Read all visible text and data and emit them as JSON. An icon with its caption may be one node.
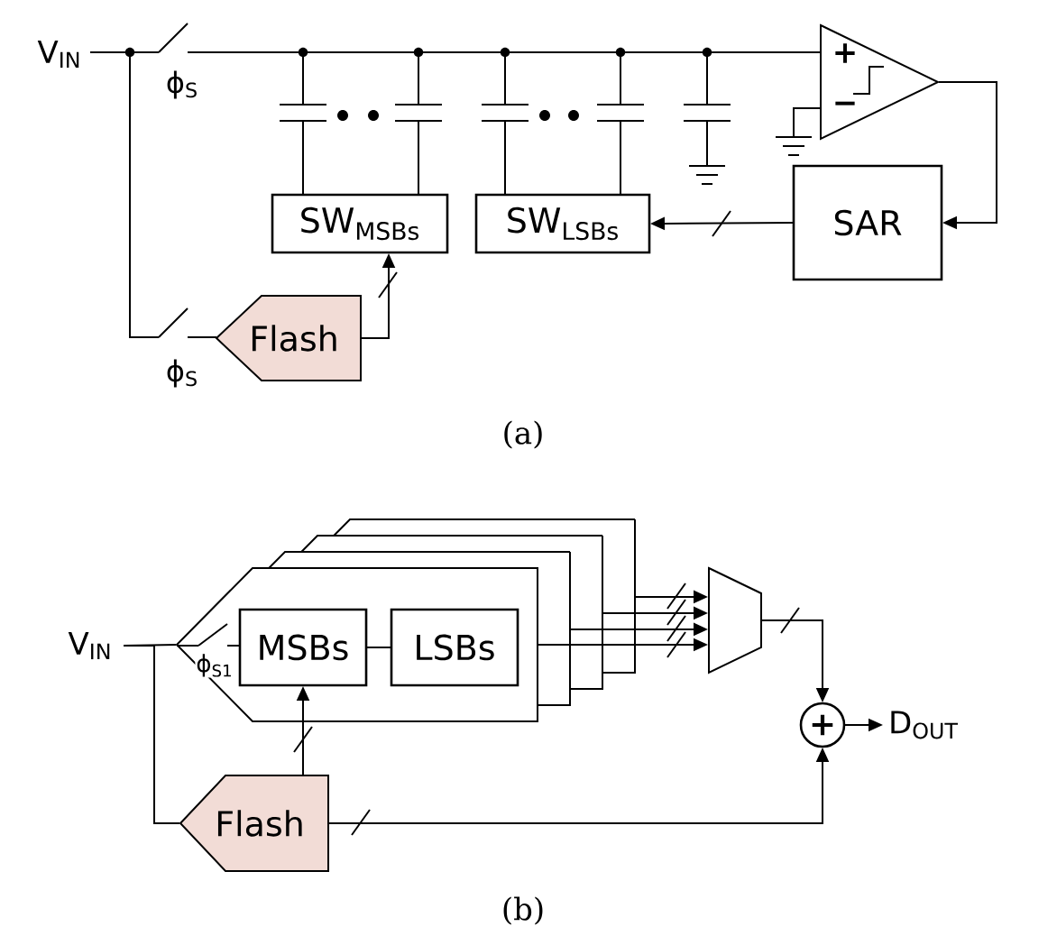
{
  "diagram": {
    "nodes": [
      {
        "text": [
          "V$_{IN}$"
        ]
      },
      {
        "text": [
          "+",
          "−"
        ]
      },
      {
        "text": [
          "SW$_{MSBs}$"
        ]
      },
      {
        "text": [
          "SW$_{LSBs}$"
        ]
      },
      {
        "text": [
          "SAR"
        ]
      },
      {
        "text": [
          "Flash"
        ]
      },
      {
        "text": [
          "V$_{IN}$"
        ]
      },
      {
        "text": [],
        "shape": "box"
      },
      {
        "text": [],
        "shape": "box"
      },
      {
        "text": [],
        "shape": "box"
      },
      {
        "text": [],
        "shape": "box"
      },
      {
        "text": [
          "MSBs"
        ],
        "in": 10
      },
      {
        "text": [
          "LSBs"
        ],
        "in": 10
      },
      {
        "text": [
          "Flash"
        ]
      },
      {
        "text": [],
        "shape": "trapezoid"
      },
      {
        "text": [
          "+"
        ]
      },
      {
        "text": [
          "D$_{OUT}$"
        ]
      }
    ],
    "edges": [
      {
        "from": 1,
        "to": 4,
        "arrow": "to"
      },
      {
        "from": 4,
        "to": 3,
        "arrow": "to"
      },
      {
        "from": 5,
        "to": 2,
        "arrow": "to"
      },
      {
        "from": 6,
        "to": 10,
        "arrow": "none"
      },
      {
        "from": 6,
        "to": 13,
        "arrow": "none"
      },
      {
        "from": 13,
        "to": 11,
        "arrow": "to"
      },
      {
        "from": 7,
        "to": 14,
        "arrow": "to"
      },
      {
        "from": 8,
        "to": 14,
        "arrow": "to"
      },
      {
        "from": 9,
        "to": 14,
        "arrow": "to"
      },
      {
        "from": 10,
        "to": 14,
        "arrow": "to"
      },
      {
        "from": 14,
        "to": 15,
        "arrow": "to"
      },
      {
        "from": 13,
        "to": 15,
        "arrow": "to"
      },
      {
        "from": 15,
        "to": 16,
        "arrow": "to"
      },
      {
        "from": 11,
        "to": 12,
        "arrow": "none"
      }
    ],
    "labels": [
      "ϕ$_{S}$",
      "ϕ$_{S}$",
      "(a)",
      "ϕ$_{S1}$",
      "(b)"
    ]
  }
}
